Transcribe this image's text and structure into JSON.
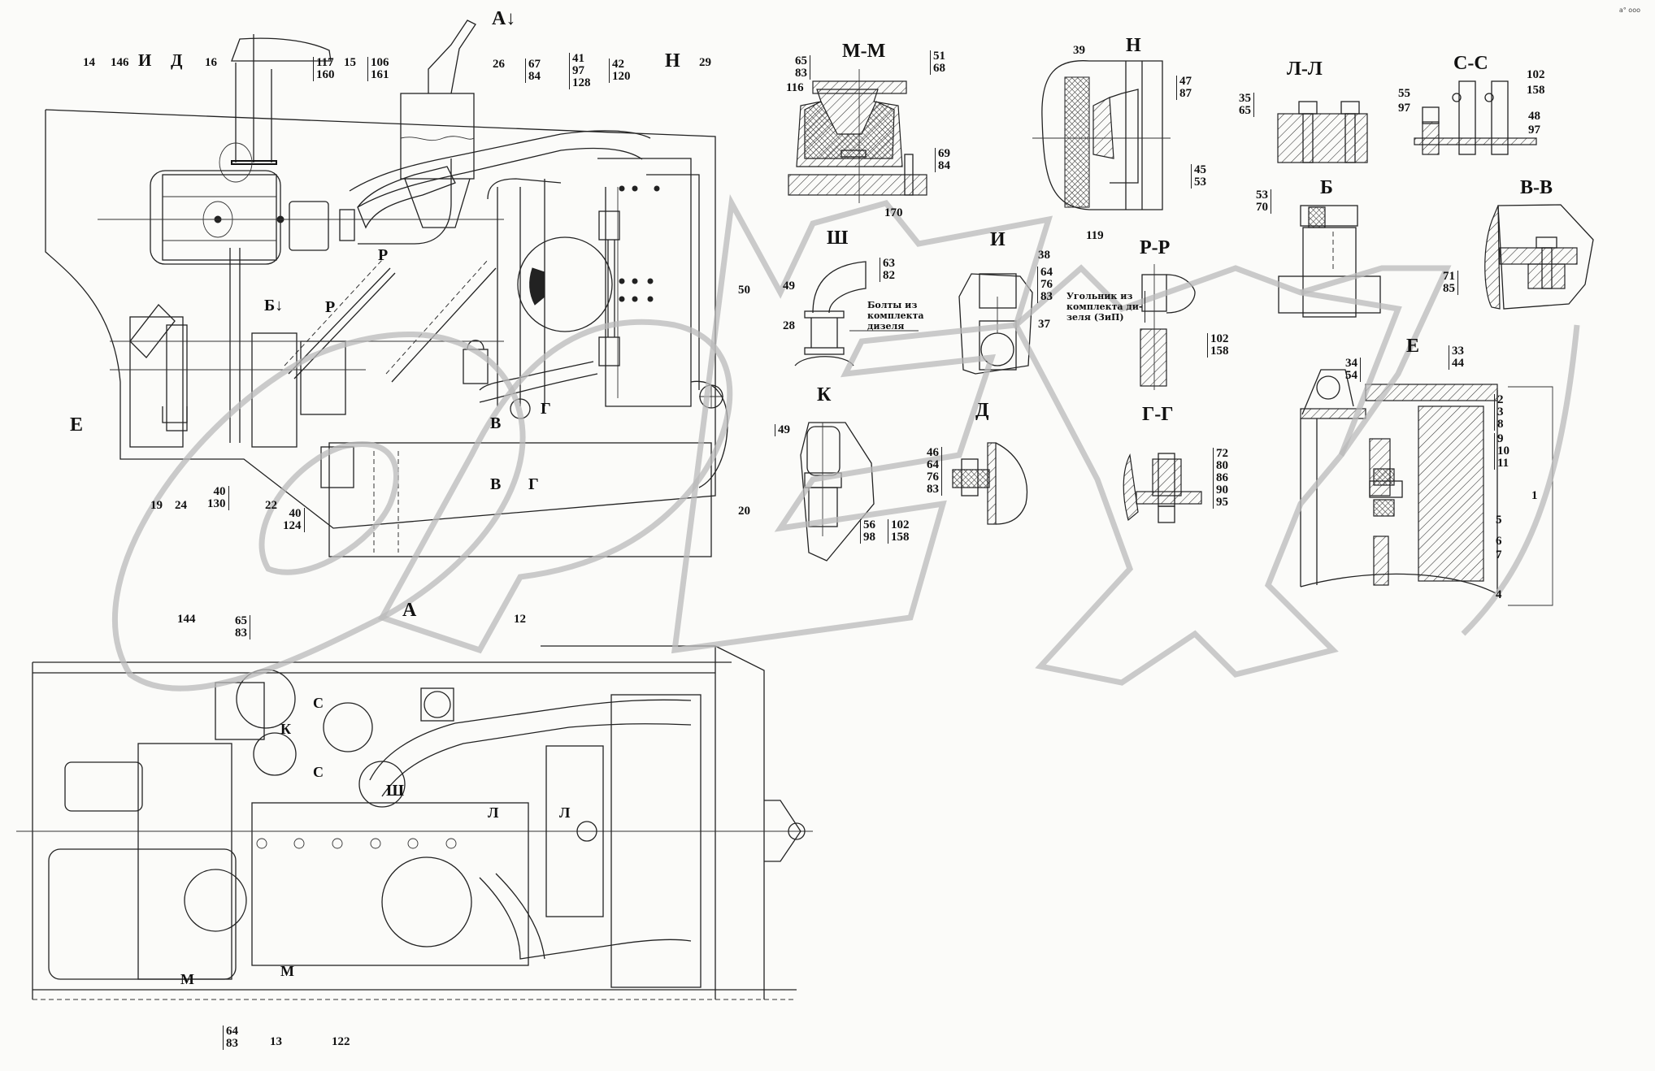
{
  "corner_mark": "a° ooo",
  "main_view": {
    "view_arrow_label": "А↓",
    "labels": [
      {
        "id": "l14",
        "text": "14"
      },
      {
        "id": "l146",
        "text": "146"
      },
      {
        "id": "lI",
        "text": "И"
      },
      {
        "id": "lD",
        "text": "Д"
      },
      {
        "id": "l16",
        "text": "16"
      },
      {
        "id": "l117",
        "text": "117\n160"
      },
      {
        "id": "l15",
        "text": "15"
      },
      {
        "id": "l106",
        "text": "106\n161"
      },
      {
        "id": "l26",
        "text": "26"
      },
      {
        "id": "l67",
        "text": "67\n84"
      },
      {
        "id": "l41",
        "text": "41\n97\n128"
      },
      {
        "id": "l42",
        "text": "42\n120"
      },
      {
        "id": "lN",
        "text": "Н"
      },
      {
        "id": "l29",
        "text": "29"
      },
      {
        "id": "l50",
        "text": "50"
      },
      {
        "id": "lE",
        "text": "Е"
      },
      {
        "id": "lB",
        "text": "Б↓"
      },
      {
        "id": "lR1",
        "text": "Р"
      },
      {
        "id": "lR2",
        "text": "Р"
      },
      {
        "id": "lG1",
        "text": "Г"
      },
      {
        "id": "lV1",
        "text": "В"
      },
      {
        "id": "lV2",
        "text": "В"
      },
      {
        "id": "lG2",
        "text": "Г"
      },
      {
        "id": "l19",
        "text": "19"
      },
      {
        "id": "l24",
        "text": "24"
      },
      {
        "id": "l40a",
        "text": "40\n130"
      },
      {
        "id": "l22",
        "text": "22"
      },
      {
        "id": "l40b",
        "text": "40\n124"
      },
      {
        "id": "l20",
        "text": "20"
      }
    ]
  },
  "view_a": {
    "title": "А",
    "labels": [
      {
        "id": "l144",
        "text": "144"
      },
      {
        "id": "l65",
        "text": "65\n83"
      },
      {
        "id": "l12",
        "text": "12"
      },
      {
        "id": "lC1",
        "text": "С"
      },
      {
        "id": "lC2",
        "text": "С"
      },
      {
        "id": "lK",
        "text": "К"
      },
      {
        "id": "lSh",
        "text": "Ш"
      },
      {
        "id": "lL1",
        "text": "Л"
      },
      {
        "id": "lL2",
        "text": "Л"
      },
      {
        "id": "lM1",
        "text": "М"
      },
      {
        "id": "lM2",
        "text": "М"
      },
      {
        "id": "l64",
        "text": "64\n83"
      },
      {
        "id": "l13",
        "text": "13"
      },
      {
        "id": "l122",
        "text": "122"
      }
    ]
  },
  "details": {
    "mm": {
      "title": "М-М",
      "labels": [
        "65\n83",
        "51\n68",
        "116",
        "69\n84",
        "170"
      ]
    },
    "n": {
      "title": "Н",
      "labels": [
        "39",
        "47\n87",
        "45\n53",
        "119"
      ]
    },
    "ll": {
      "title": "Л-Л",
      "labels": [
        "35\n65"
      ]
    },
    "cc": {
      "title": "С-С",
      "labels": [
        "55",
        "97",
        "102",
        "158",
        "48",
        "97"
      ]
    },
    "sh": {
      "title": "Ш",
      "labels": [
        "63\n82",
        "49",
        "28"
      ],
      "note": "Болты из\nкомплекта\nдизеля"
    },
    "i": {
      "title": "И",
      "labels": [
        "38",
        "64\n76\n83",
        "37"
      ]
    },
    "rr": {
      "title": "Р-Р",
      "labels": [
        "102\n158"
      ],
      "note": "Угольник из\nкомплекта ди-\nзеля (ЗиП)"
    },
    "b": {
      "title": "Б",
      "labels": [
        "53\n70"
      ]
    },
    "vv": {
      "title": "В-В",
      "labels": [
        "71\n85"
      ]
    },
    "k": {
      "title": "К",
      "labels": [
        "49",
        "56\n98",
        "102\n158"
      ]
    },
    "d": {
      "title": "Д",
      "labels": [
        "46\n64\n76\n83"
      ]
    },
    "gg": {
      "title": "Г-Г",
      "labels": [
        "72\n80\n86\n90\n95"
      ]
    },
    "e": {
      "title": "Е",
      "labels": [
        "34\n54",
        "33\n44",
        "2\n3\n8",
        "9\n10\n11",
        "5",
        "6",
        "7",
        "4",
        "1"
      ]
    }
  }
}
